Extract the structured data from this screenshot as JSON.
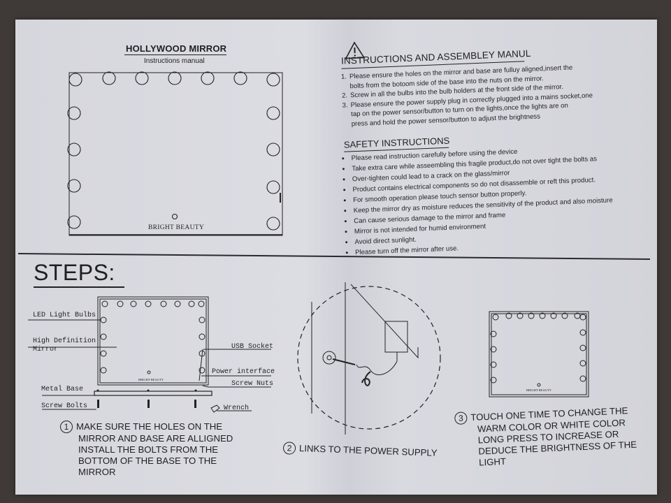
{
  "left_panel": {
    "title": "HOLLYWOOD MIRROR",
    "subtitle": "Instructions manual",
    "brand": "BRIGHT BEAUTY"
  },
  "right_panel": {
    "warning_icon": "warning-triangle-icon",
    "instructions_heading": "INSTRUCTIONS AND ASSEMBLEY MANUL",
    "instructions": [
      {
        "num": "1.",
        "lines": [
          "Please ensure the holes on the mirror and base are fulluy aligned,insert the",
          "bolts from the botoom side of the base into the nuts on the mirror."
        ]
      },
      {
        "num": "2.",
        "lines": [
          "Screw in all the bulbs into the bulb holders at the front side of the mirror."
        ]
      },
      {
        "num": "3.",
        "lines": [
          "Please ensure the power supply plug in correctly plugged into a mains socket,one",
          "tap on the power sensor/button to turn on the lights,once the lights are on",
          "press and hold the power sensor/button to adjust the brightness"
        ]
      }
    ],
    "safety_heading": "SAFETY INSTRUCTIONS",
    "safety": [
      "Please read instruction carefully before using the device",
      "Take extra care while asseembling this fragile product,do not over tight the bolts as",
      "Over-tighten could lead to a crack on the glass/mirror",
      "Product contains electrical components so do not disassemble or reft this product.",
      "For smooth operation please touch sensor button properly.",
      "Keep the mirror dry as moisture reduces the sensitivity of the product and also moisture",
      "Can cause serious damage to the mirror and frame",
      "Mirror is not intended for humid environment",
      "Avoid direct sunlight.",
      "Please turn off the mirror after use."
    ]
  },
  "steps": {
    "heading": "STEPS:",
    "diagram_labels": {
      "led": "LED Light Bulbs",
      "mirror_line1": "High Definition",
      "mirror_line2": "Mirror",
      "usb": "USB Socket",
      "power": "Power interface",
      "nuts": "Screw Nuts",
      "base": "Metal Base",
      "bolts": "Screw Bolts",
      "wrench": "Wrench"
    },
    "step1": {
      "num": "1",
      "lines": [
        "MAKE SURE THE HOLES ON THE",
        "MIRROR AND BASE ARE ALLIGNED",
        "INSTALL THE BOLTS FROM THE",
        "BOTTOM OF THE BASE TO THE",
        "MIRROR"
      ]
    },
    "step2": {
      "num": "2",
      "text": "LINKS TO THE POWER SUPPLY"
    },
    "step3": {
      "num": "3",
      "lines": [
        "TOUCH ONE TIME TO CHANGE THE",
        "WARM COLOR OR WHITE COLOR",
        "LONG PRESS TO INCREASE OR",
        "DEDUCE THE BRIGHTNESS OF THE",
        "LIGHT"
      ]
    }
  }
}
